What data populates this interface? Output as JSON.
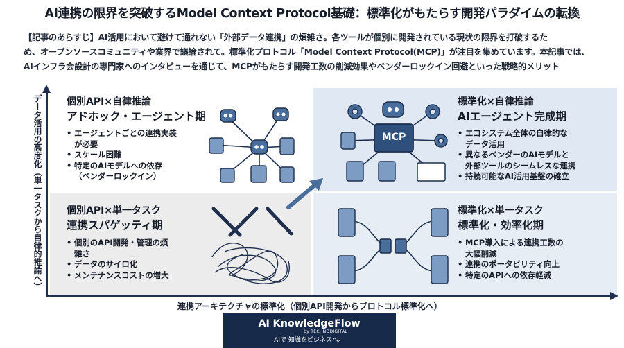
{
  "title": "AI連携の限界を突破するModel Context Protocol基礎：標準化がもたらす開発パラダイムの転換",
  "summary": [
    "【記事のあらすじ】AI活用において避けて通れない「外部データ連携」の煩雑さ。各ツールが個別に開発されている現状の限界を打破するた",
    "め、オープンソースコミュニティや業界で議論されて。標準化プロトコル「Model Context Protocol(MCP)」が注目を集めています。本記事では、",
    "AIインフラ会設計の専門家へのインタビューを通じて、MCPがもたらす開発工数の削減効果やベンダーロックイン回避といった戦略的メリット"
  ],
  "y_axis_label": "データ活用の高度化（単一タスクから自律的推論へ）",
  "x_axis_label": "連携アーキテクチャの標準化（個別API開発からプロトコル標準化へ）",
  "quadrants": {
    "top_left": {
      "heading": "個別API×自律推論",
      "subheading": "アドホック・エージェント期",
      "bullets": [
        "エージェントごとの連携実装",
        "スケール困難",
        "特定のAIモデルへの依存"
      ],
      "bullet_continuations": [
        "が必要",
        "",
        "（ベンダーロックイン）"
      ]
    },
    "top_right": {
      "heading": "標準化×自律推論",
      "subheading": "AIエージェント完成期",
      "bullets": [
        "エコシステム全体の自律的な",
        "異なるベンダーのAIモデルと",
        "持続可能なAI活用基盤の確立"
      ],
      "bullet_continuations": [
        "データ活用",
        "外部ツールのシームレスな連携",
        ""
      ],
      "center_label": "MCP"
    },
    "bottom_left": {
      "heading": "個別API×単一タスク",
      "subheading": "連携スパゲッティ期",
      "bullets": [
        "個別のAPI開発・管理の煩",
        "データのサイロ化",
        "メンテナンスコストの増大"
      ],
      "bullet_continuations": [
        "雑さ",
        "",
        ""
      ]
    },
    "bottom_right": {
      "heading": "標準化×単一タスク",
      "subheading": "標準化・効率化期",
      "bullets": [
        "MCP導入による連携工数の",
        "連携のポータビリティ向上",
        "特定のAPIへの依存軽減"
      ],
      "bullet_continuations": [
        "大幅削減",
        "",
        ""
      ]
    }
  },
  "badge": {
    "name": "AI KnowledgeFlow",
    "by": "by TECHNODIGITAL",
    "tagline": "AIで 知識をビジネスへ。"
  },
  "colors": {
    "navy": "#1f2f4d",
    "icon_fill": "#4a6e9c",
    "icon_fill_light": "#7d9cc4",
    "quad_tr": "#dfe8f3",
    "quad_bl": "#ececec",
    "quad_br": "#e6edf5"
  }
}
